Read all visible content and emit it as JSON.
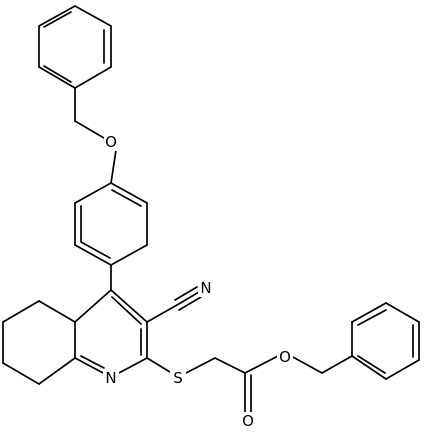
{
  "figure": {
    "type": "chemical-structure",
    "background": "#ffffff",
    "line_color": "#000000"
  },
  "atoms": {
    "O_ether": "O",
    "N_nitrile": "N",
    "N_ring": "N",
    "S": "S",
    "O_ester": "O",
    "O_carbonyl": "O"
  }
}
